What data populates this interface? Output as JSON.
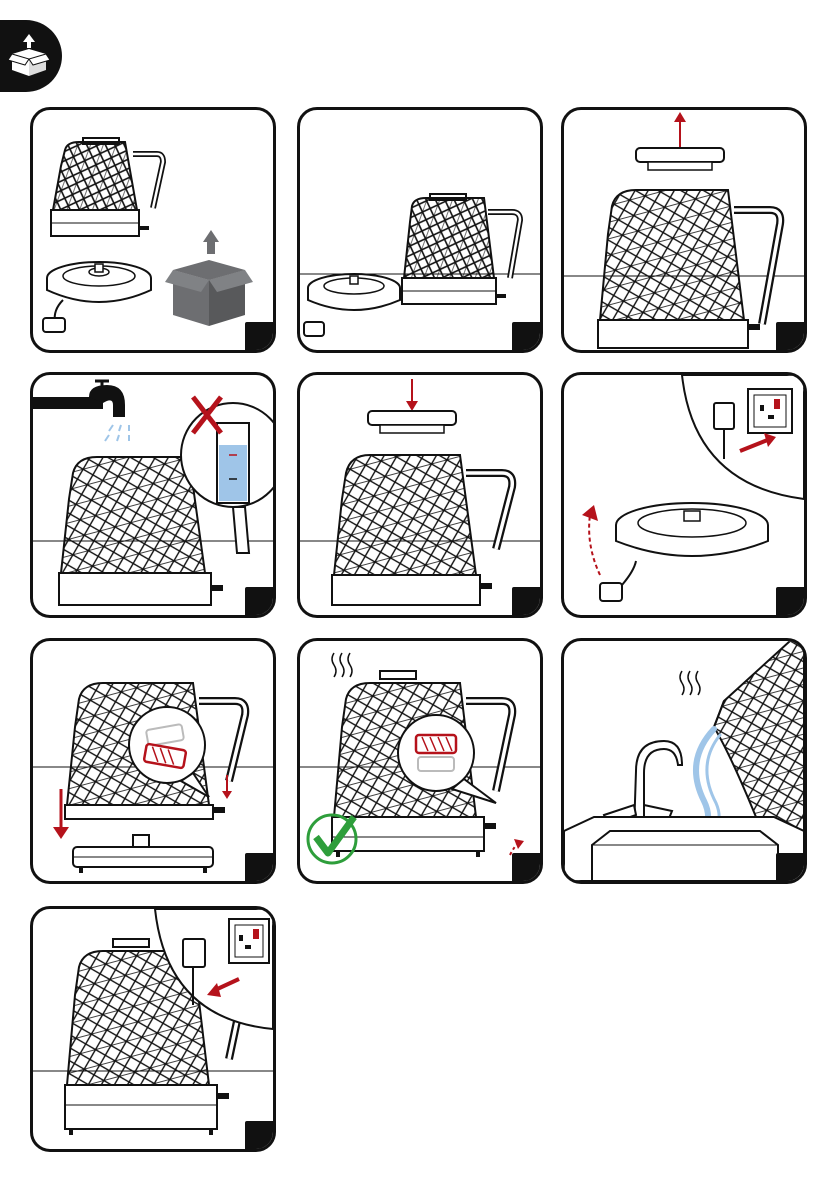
{
  "header": {
    "icon": "unboxing-icon"
  },
  "colors": {
    "accent_red": "#b5121b",
    "water_blue": "#9fc5e8",
    "check_green": "#2e9e3b",
    "box_gray": "#6d6e71",
    "ink": "#111111"
  },
  "panels": [
    {
      "id": "p1",
      "step": ""
    },
    {
      "id": "p2",
      "step": ""
    },
    {
      "id": "p3",
      "step": ""
    },
    {
      "id": "p4",
      "step": ""
    },
    {
      "id": "p5",
      "step": ""
    },
    {
      "id": "p6",
      "step": ""
    },
    {
      "id": "p7",
      "step": ""
    },
    {
      "id": "p8",
      "step": ""
    },
    {
      "id": "p9",
      "step": ""
    },
    {
      "id": "p10",
      "step": ""
    }
  ]
}
